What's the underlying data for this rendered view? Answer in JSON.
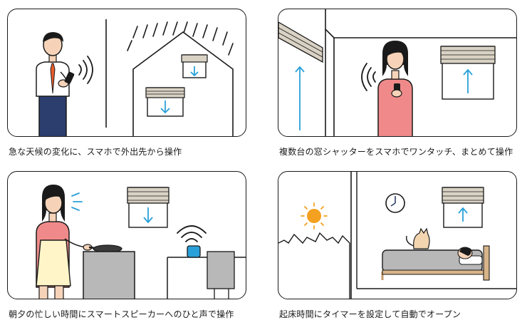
{
  "panels": [
    {
      "caption": "急な天候の変化に、スマホで外出先から操作"
    },
    {
      "caption": "複数台の窓シャッターをスマホでワンタッチ、まとめて操作"
    },
    {
      "caption": "朝夕の忙しい時間にスマートスピーカーへのひと声で操作"
    },
    {
      "caption": "起床時間にタイマーを設定して自動でオープン"
    }
  ],
  "colors": {
    "outline": "#1a1a1a",
    "arrow": "#2aa0d8",
    "skin": "#f6d3b8",
    "hair": "#1a1a1a",
    "shirt_pink": "#f08a8a",
    "apron": "#fff5c8",
    "tie": "#e85c2c",
    "pants_navy": "#2c3e6e",
    "shutter_slat": "#d9d2c4",
    "furniture_gray": "#b8b8b8",
    "sun": "#f4a020",
    "cat": "#f3d6b0"
  },
  "icons": [
    "wifi-icon",
    "sound-wave-icon",
    "clock-icon",
    "sun-icon",
    "down-arrow-icon",
    "up-arrow-icon",
    "smartphone-icon",
    "smart-speaker-icon"
  ]
}
